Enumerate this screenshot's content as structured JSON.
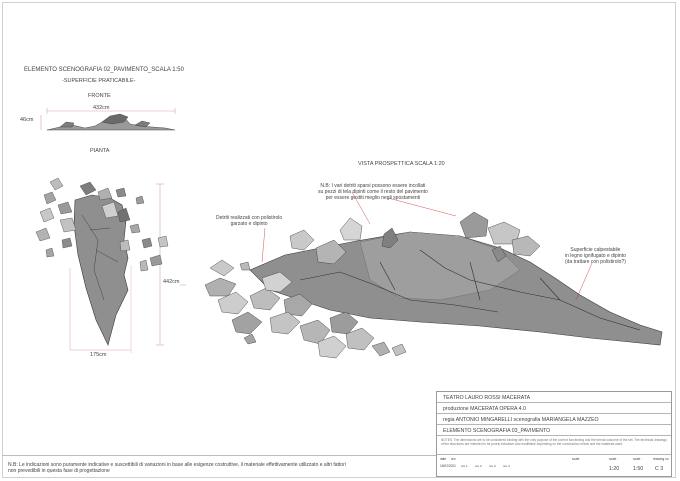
{
  "header": {
    "title": "ELEMENTO SCENOGRAFIA 02_PAVIMENTO_SCALA 1:50",
    "subtitle": "-SUPERFICIE PRATICABILE-"
  },
  "front_view": {
    "label": "FRONTE",
    "width_dim": "432cm",
    "height_dim": "46cm"
  },
  "plan_view": {
    "label": "PIANTA",
    "depth_dim": "442cm",
    "width_dim": "175cm"
  },
  "perspective_view": {
    "label": "VISTA PROSPETTICA SCALA 1:20",
    "note_debris": "N.B: I vari detriti sparsi possono essere incollati\nsu pezzi di tela dipinti come il resto del pavimento\nper essere gestiti meglio negli spostamenti",
    "note_polystyrene": "Detriti realizzati con polistirolo\ngarzato e dipinto",
    "note_surface": "Superficie calpestabile\nin legno ignifugato e dipinto\n(da trattare con polistirolo?)"
  },
  "title_block": {
    "theatre": "TEATRO LAURO ROSSI MACERATA",
    "production": "produzione MACERATA OPERA 4.0",
    "credits": "regia ANTONIO MINGARELLI      scenografia MARIANGELA MAZZEO",
    "element": "ELEMENTO SCENOGRAFIA 03_PAVIMENTO",
    "notes_small": "NOTES: The dimensions are to be considered binding with the only purpose of the correct functioning and the formal outcome of the set. The technical drawings of the structures are intended to be purely indicative and modifiable depending on the construction needs and the materials used.",
    "revisions": [
      "rev 1",
      "rev 2",
      "rev 3",
      "rev 4"
    ],
    "header_cells": [
      "date",
      "rev.",
      "scale",
      "scale",
      "scale",
      "drawing no."
    ],
    "date_value": "16/02/2021",
    "scale_1": "1:20",
    "scale_2": "1:50",
    "drawing_no": "C 3"
  },
  "footer_note": "N.B: Le indicazioni sono puramente indicative e suscettibili di variazioni in base alle esigenze costruttive, il materiale effettivamente utilizzato e altri fattori\nnon prevedibili in questa fase di progettazione",
  "colors": {
    "stone_light": "#b9b9b9",
    "stone_mid": "#8e8e8e",
    "stone_dark": "#5e5e5e",
    "crack": "#333333",
    "dim_line": "#d9a2a2",
    "leader": "#c62828"
  }
}
